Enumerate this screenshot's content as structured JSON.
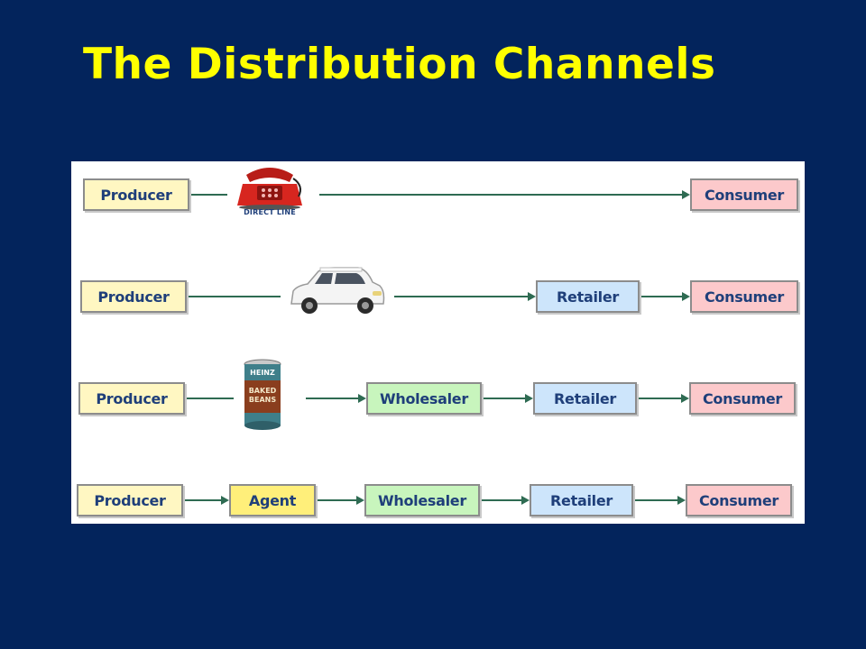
{
  "title": "The Distribution Channels",
  "labels": {
    "producer": "Producer",
    "agent": "Agent",
    "wholesaler": "Wholesaler",
    "retailer": "Retailer",
    "consumer": "Consumer"
  },
  "phone_caption": "DIRECT LINE",
  "can_label": {
    "line1": "HEINZ",
    "line2": "BAKED",
    "line3": "BEANS"
  },
  "channels": [
    {
      "example": "phone-icon",
      "steps": [
        "Producer",
        "Consumer"
      ]
    },
    {
      "example": "car-icon",
      "steps": [
        "Producer",
        "Retailer",
        "Consumer"
      ]
    },
    {
      "example": "baked-beans-can-icon",
      "steps": [
        "Producer",
        "Wholesaler",
        "Retailer",
        "Consumer"
      ]
    },
    {
      "example": "none",
      "steps": [
        "Producer",
        "Agent",
        "Wholesaler",
        "Retailer",
        "Consumer"
      ]
    }
  ],
  "colors": {
    "background": "#03245c",
    "title": "#ffff00",
    "producer": "#fff7c2",
    "agent": "#ffef7a",
    "wholesaler": "#c8f5bd",
    "retailer": "#cde5fb",
    "consumer": "#fcc9cb",
    "connector": "#2e6b52"
  }
}
